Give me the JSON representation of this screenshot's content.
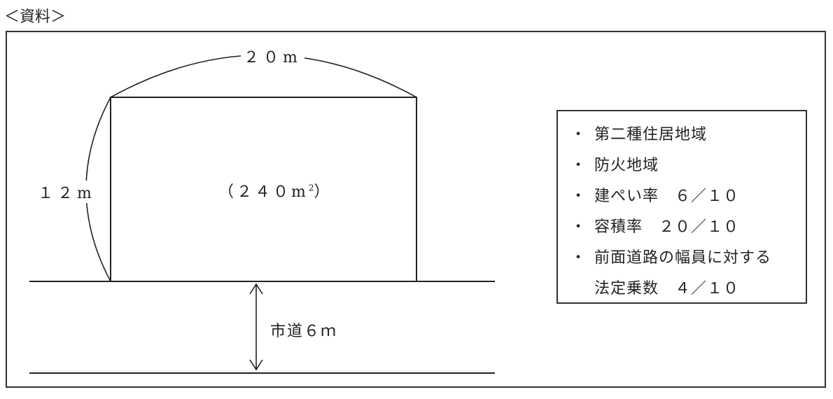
{
  "heading": "＜資料＞",
  "site": {
    "width_label": "２０m",
    "depth_label": "１２m",
    "area_label": "（２４０m",
    "area_unit_sup": "2",
    "area_close": "）"
  },
  "road": {
    "label": "市道６ｍ"
  },
  "conditions": {
    "bullet": "・",
    "items": [
      "第二種住居地域",
      "防火地域",
      "建ぺい率　６／１０",
      "容積率　２０／１０",
      "前面道路の幅員に対する"
    ],
    "continuation": "法定乗数　４／１０"
  }
}
